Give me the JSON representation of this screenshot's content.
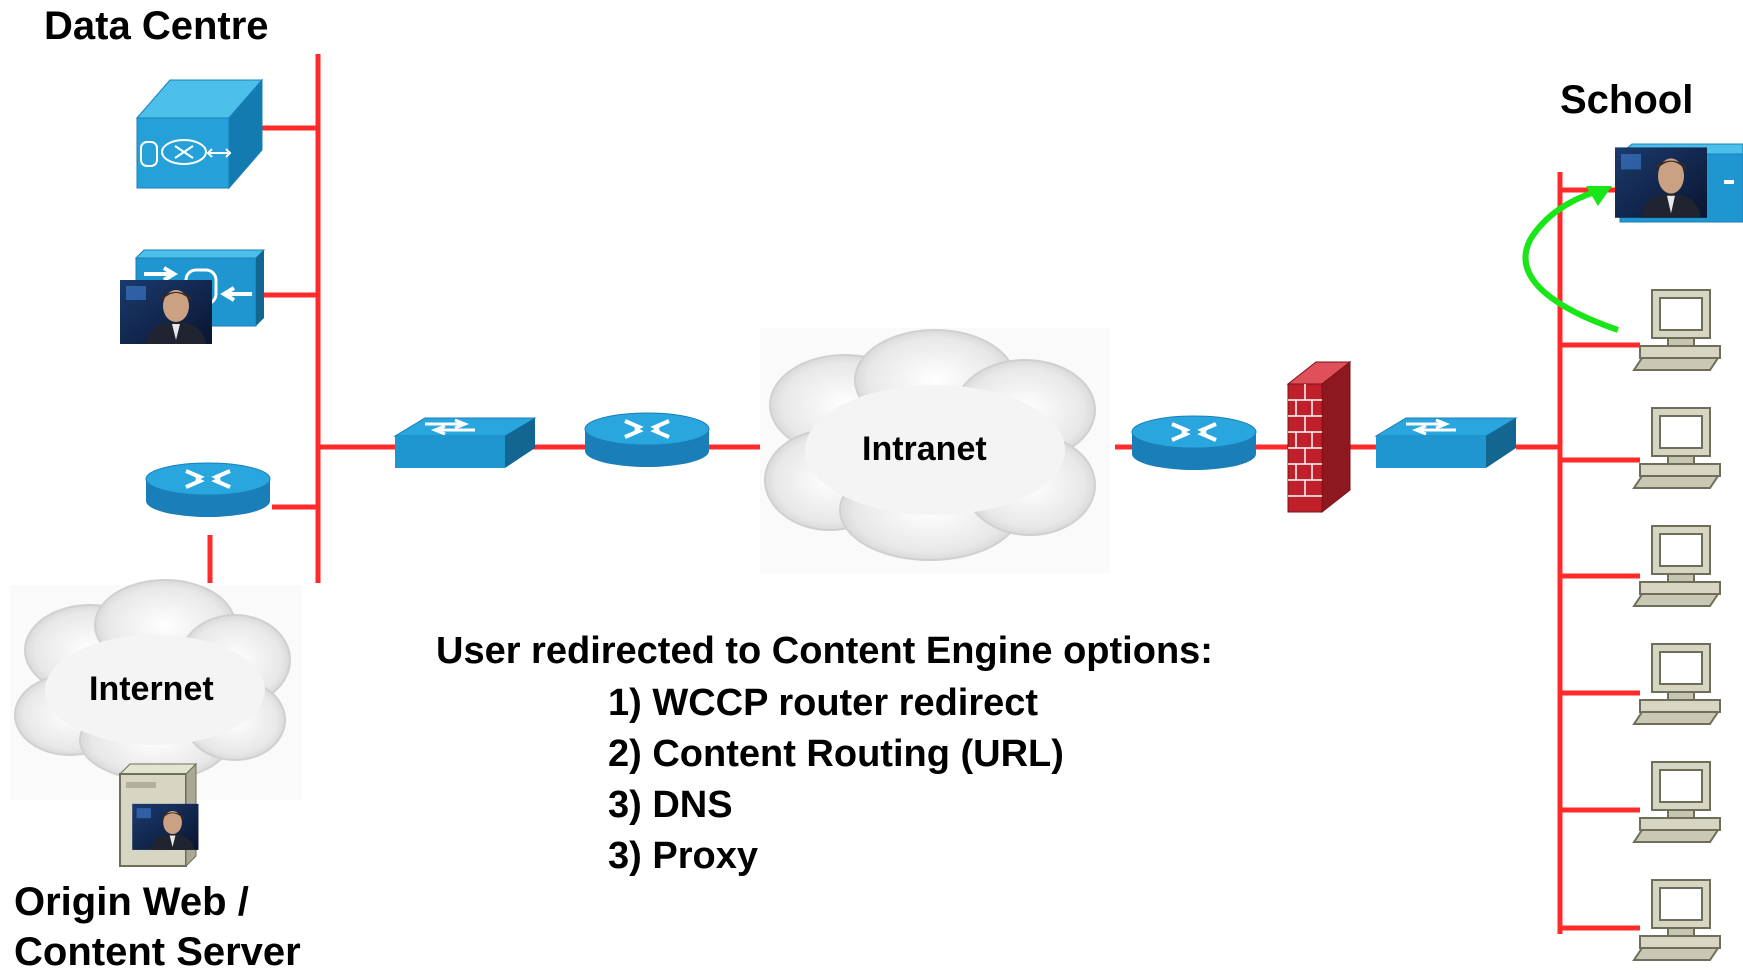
{
  "labels": {
    "data_centre": "Data Centre",
    "school": "School",
    "intranet": "Intranet",
    "internet": "Internet",
    "origin_line1": "Origin Web /",
    "origin_line2": "Content Server"
  },
  "options": {
    "heading": "User redirected to Content Engine options:",
    "items": [
      "1) WCCP router redirect",
      "2) Content Routing (URL)",
      "3) DNS",
      "3) Proxy"
    ]
  },
  "colors": {
    "link": "#ff2a2a",
    "device_blue": "#1fa0d8",
    "arrow_green": "#19e619",
    "firewall": "#c0202a",
    "pc_beige": "#d8d8c0"
  },
  "icons": [
    "content-engine-icon",
    "content-router-icon",
    "router-icon",
    "switch-icon",
    "firewall-icon",
    "cloud-icon",
    "pc-icon",
    "server-icon",
    "video-thumbnail-icon"
  ]
}
